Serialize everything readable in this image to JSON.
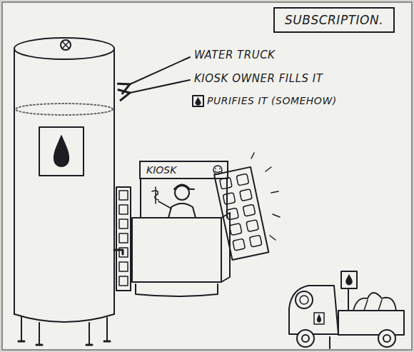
{
  "diagram": {
    "title": "SUBSCRIPTION.",
    "nodes": [
      {
        "text": [
          "KIOSK"
        ]
      }
    ],
    "labels": [
      "WATER TRUCK",
      "KIOSK OWNER FILLS IT",
      "PURIFIES IT (SOMEHOW)"
    ]
  }
}
